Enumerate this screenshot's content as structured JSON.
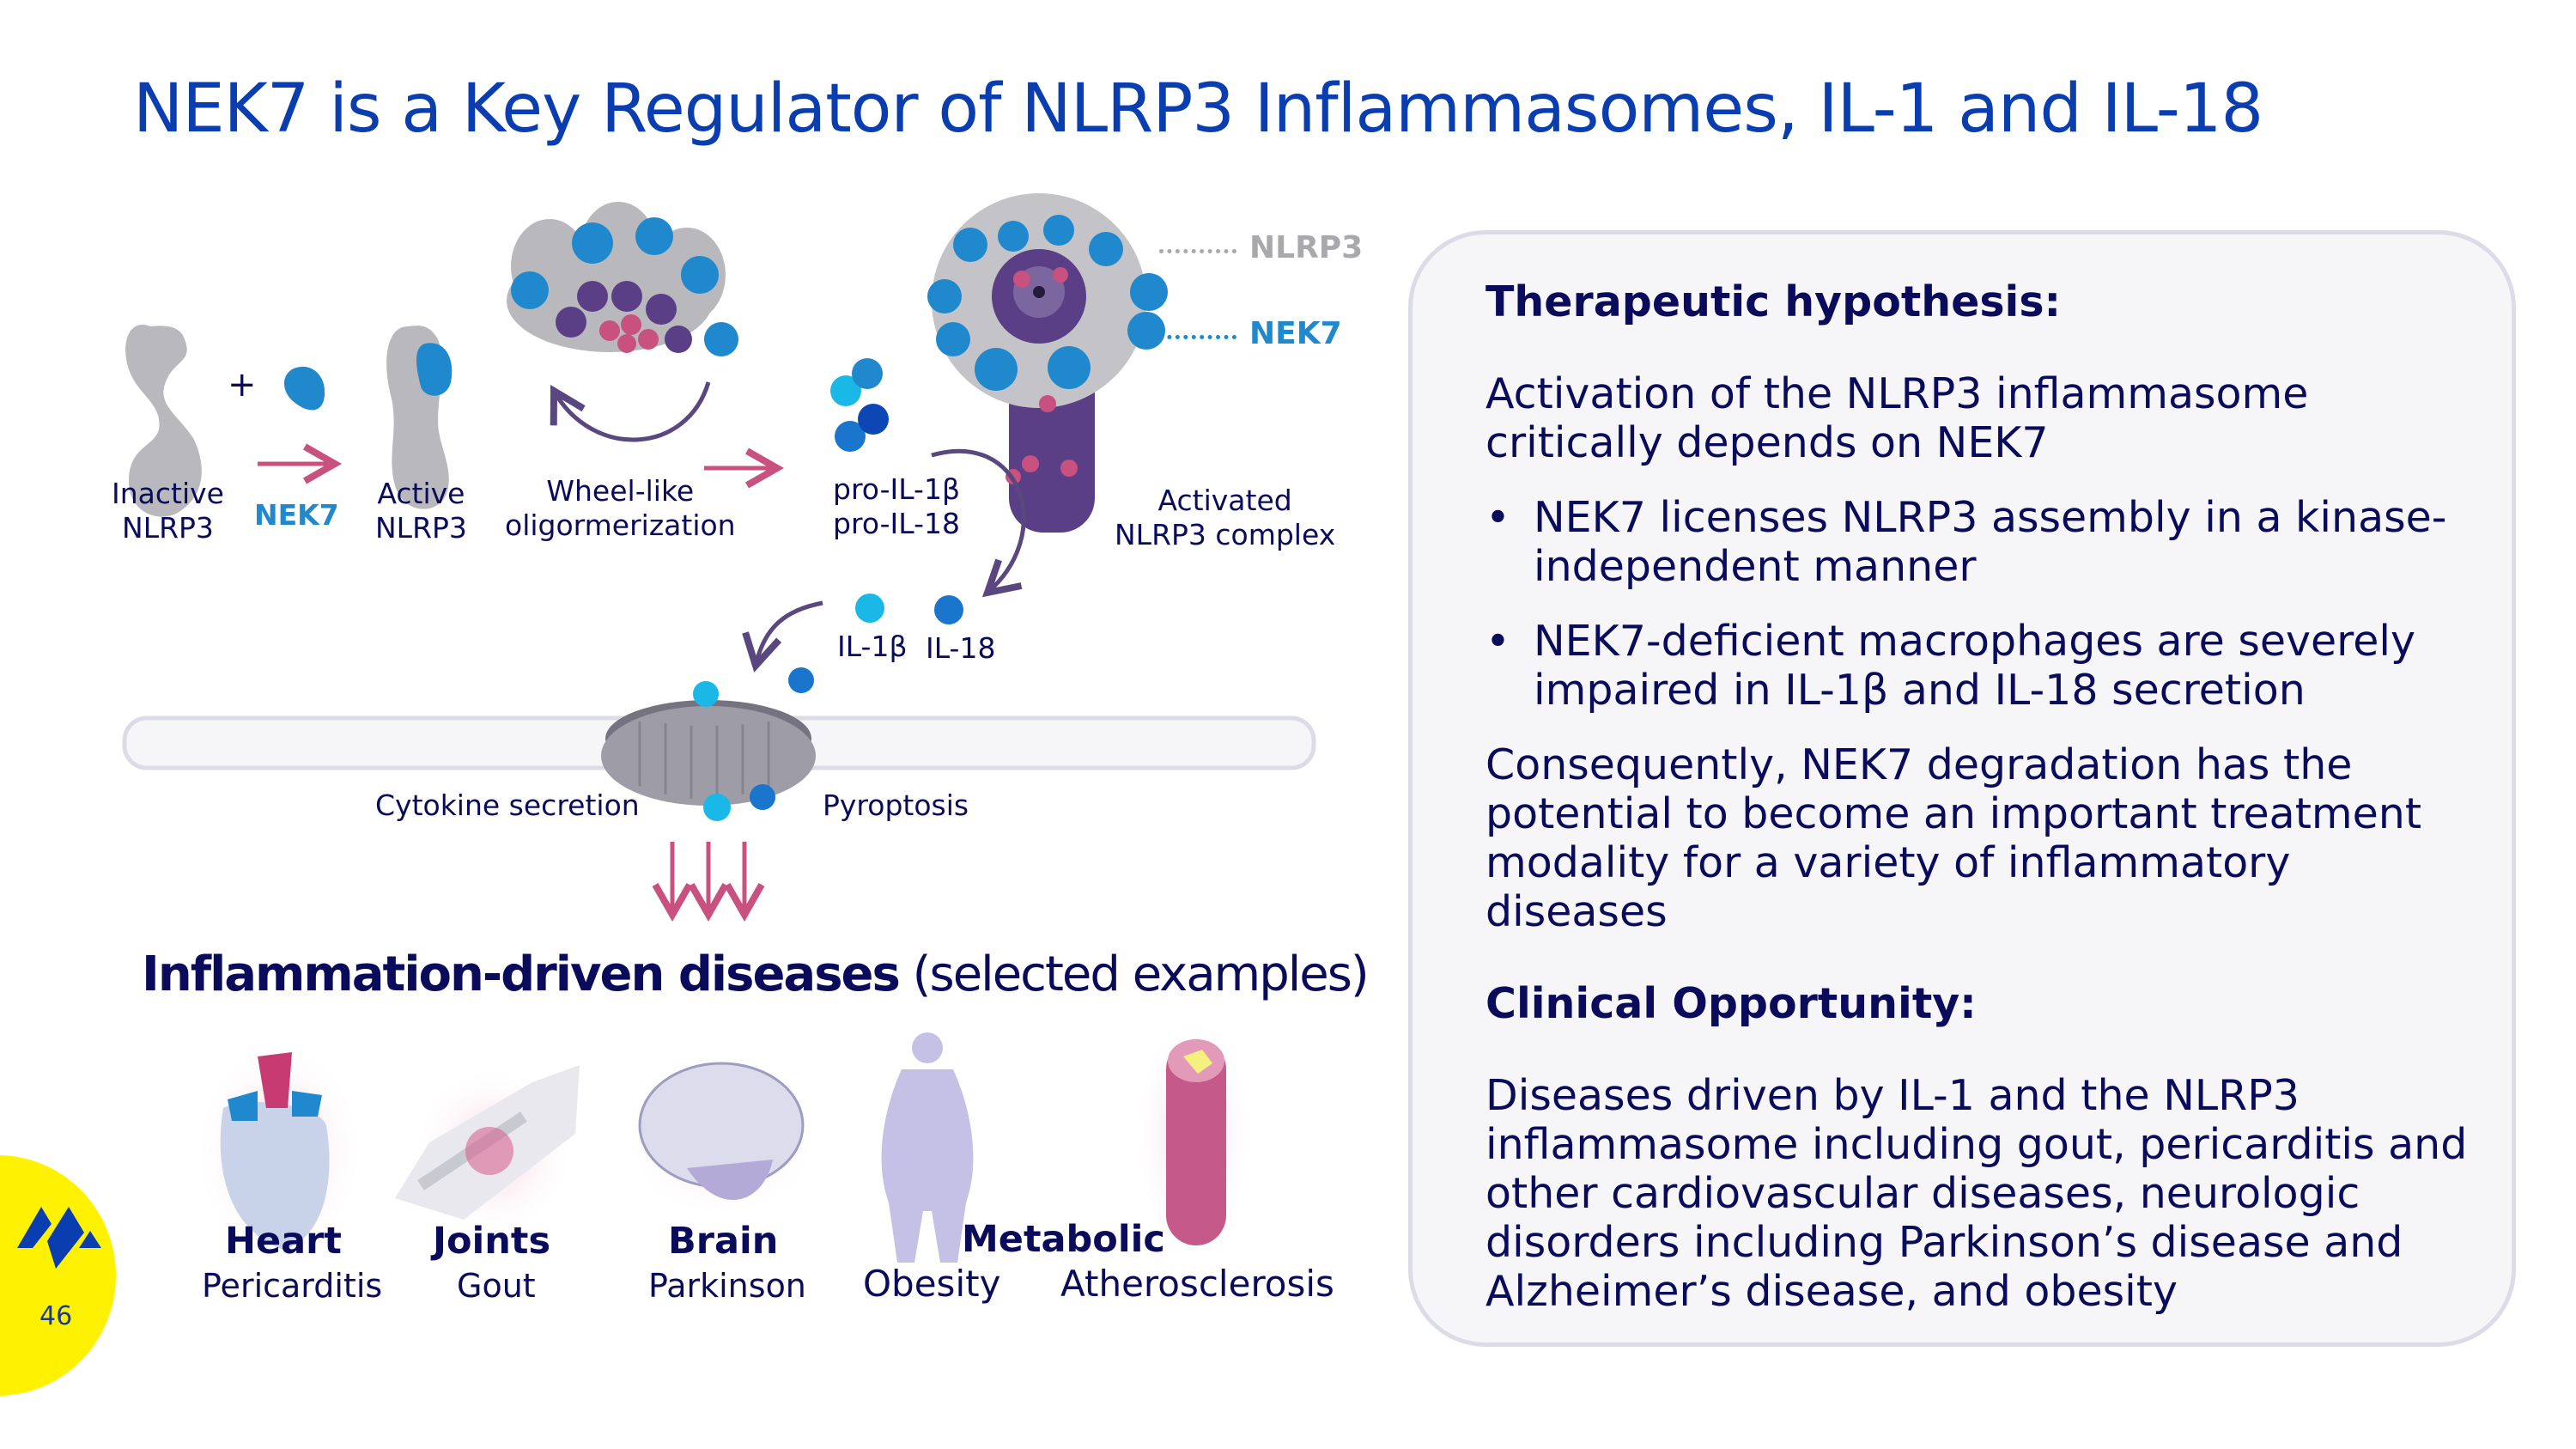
{
  "slide": {
    "title": "NEK7 is a Key Regulator of NLRP3 Inflammasomes, IL-1 and IL-18",
    "page_number": "46",
    "colors": {
      "title": "#0a3eb0",
      "text": "#0b0b5c",
      "nek7_blue": "#2088cc",
      "nlrp3_grey": "#b9b9bd",
      "arrow_pink": "#c8517f",
      "arrow_purple": "#5a4780",
      "panel_bg": "#f6f6f9",
      "badge_yellow": "#fff200"
    }
  },
  "pathway": {
    "inactive_nlrp3": [
      "Inactive",
      "NLRP3"
    ],
    "plus": "+",
    "nek7": "NEK7",
    "active_nlrp3": [
      "Active",
      "NLRP3"
    ],
    "wheel": [
      "Wheel-like",
      "oligormerization"
    ],
    "pro_il": [
      "pro-IL-1β",
      "pro-IL-18"
    ],
    "activated_complex": [
      "Activated",
      "NLRP3 complex"
    ],
    "tag_nlrp3": "NLRP3",
    "tag_nek7": "NEK7",
    "il1b": "IL-1β",
    "il18": "IL-18",
    "cytokine_secretion": "Cytokine secretion",
    "pyroptosis": "Pyroptosis"
  },
  "diseases": {
    "title_bold": "Inflammation-driven diseases",
    "title_normal": " (selected examples)",
    "items": [
      {
        "organ": "Heart",
        "disease": "Pericarditis",
        "icon": "heart-icon"
      },
      {
        "organ": "Joints",
        "disease": "Gout",
        "icon": "joint-icon"
      },
      {
        "organ": "Brain",
        "disease": "Parkinson",
        "icon": "brain-icon"
      },
      {
        "organ": "Metabolic",
        "disease": "Obesity",
        "icon": "body-silhouette-icon"
      },
      {
        "organ": "",
        "disease": "Atherosclerosis",
        "icon": "artery-icon"
      }
    ]
  },
  "panel": {
    "heading1": "Therapeutic hypothesis:",
    "para1": "Activation of the NLRP3 inflammasome critically depends on NEK7",
    "bullets": [
      "NEK7 licenses NLRP3 assembly in a kinase-independent manner",
      "NEK7-deficient macrophages are severely impaired in IL-1β and IL-18 secretion"
    ],
    "bullet_char": "•",
    "para2": "Consequently, NEK7 degradation has the potential to become an important treatment modality for a variety of inflammatory diseases",
    "heading2": "Clinical Opportunity:",
    "para3": "Diseases driven by IL-1 and the NLRP3 inflammasome including gout, pericarditis and other cardiovascular diseases, neurologic disorders including Parkinson’s disease and Alzheimer’s disease, and obesity"
  }
}
